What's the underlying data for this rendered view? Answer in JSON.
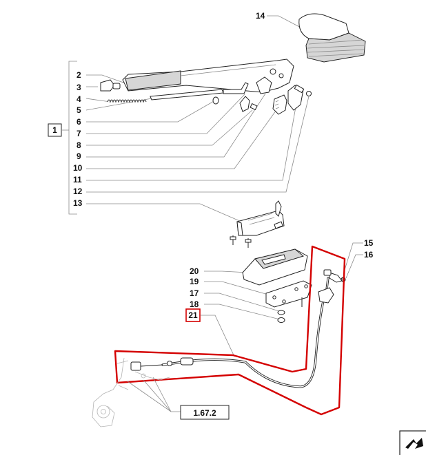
{
  "diagram": {
    "group_label": "1",
    "callouts": [
      "2",
      "3",
      "4",
      "5",
      "6",
      "7",
      "8",
      "9",
      "10",
      "11",
      "12",
      "13"
    ],
    "lever_knob_label": "14",
    "spring_pin_labels": [
      "15",
      "16"
    ],
    "bracket_labels": [
      "20",
      "19",
      "17",
      "18"
    ],
    "highlighted_label": "21",
    "reference_label": "1.67.2"
  },
  "colors": {
    "highlight": "#d40000",
    "line": "#222222",
    "leader": "#8a8a8a"
  },
  "icons": {
    "corner": "next-page-arrow-icon"
  }
}
